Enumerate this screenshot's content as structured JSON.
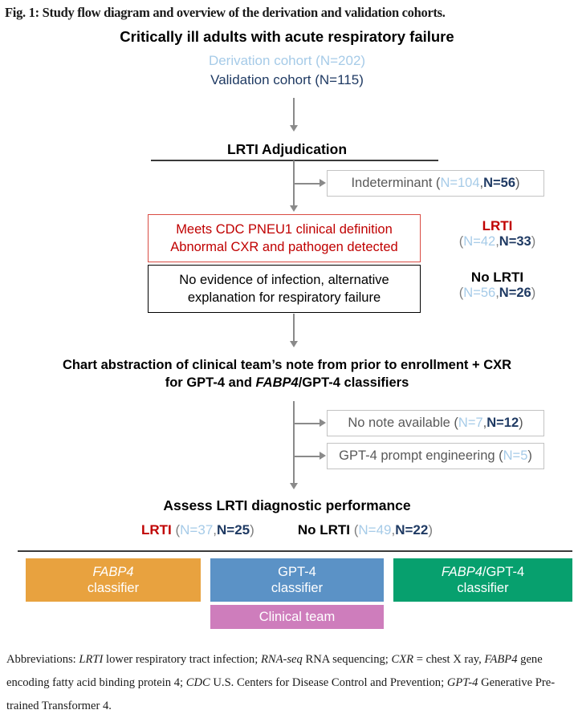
{
  "figure": {
    "caption": "Fig. 1: Study flow diagram and overview of the derivation and validation cohorts."
  },
  "top": {
    "title": "Critically ill adults with acute respiratory failure",
    "derivation_cohort": "Derivation cohort (N=202)",
    "validation_cohort": "Validation cohort (N=115)"
  },
  "adjudication": {
    "title": "LRTI Adjudication",
    "indeterminant": {
      "label": "Indeterminant (",
      "n_derivation": "N=104",
      "comma": ",",
      "n_validation": "N=56",
      "close": ")"
    },
    "meets_cdc_box": {
      "line1": "Meets CDC PNEU1 clinical definition",
      "line2": "Abnormal CXR and pathogen detected"
    },
    "no_evidence_box": {
      "line1": "No evidence of infection, alternative",
      "line2": "explanation for respiratory failure"
    },
    "lrti_label": {
      "title": "LRTI",
      "open": "(",
      "n_derivation": "N=42",
      "comma": ",",
      "n_validation": "N=33",
      "close": ")"
    },
    "no_lrti_label": {
      "title": "No LRTI",
      "open": "(",
      "n_derivation": "N=56",
      "comma": ",",
      "n_validation": "N=26",
      "close": ")"
    }
  },
  "chart_abstraction": {
    "line1_a": "Chart abstraction of clinical team’s note from prior to enrollment + CXR",
    "line2_a": "for GPT-4 and ",
    "line2_em": "FABP4",
    "line2_b": "/GPT-4 classifiers",
    "no_note": {
      "label": "No note available (",
      "n_derivation": "N=7",
      "comma": ",",
      "n_validation": "N=12",
      "close": ")"
    },
    "prompt_engineering": {
      "label": "GPT-4 prompt engineering (",
      "n_derivation": "N=5",
      "close": ")"
    }
  },
  "assess": {
    "title": "Assess LRTI diagnostic performance",
    "lrti": {
      "title": "LRTI",
      "open": " (",
      "n_derivation": "N=37",
      "comma": ",",
      "n_validation": "N=25",
      "close": ")"
    },
    "no_lrti": {
      "title": "No LRTI",
      "open": " (",
      "n_derivation": "N=49",
      "comma": ",",
      "n_validation": "N=22",
      "close": ")"
    }
  },
  "classifiers": [
    {
      "name_em": "FABP4",
      "name_rest": "",
      "sub": "classifier",
      "color": "#e8a23f"
    },
    {
      "name_em": "",
      "name_rest": "GPT-4",
      "sub": "classifier",
      "color": "#5b92c6"
    },
    {
      "name_em": "FABP4",
      "name_rest": "/GPT-4",
      "sub": "classifier",
      "color": "#07a06e"
    }
  ],
  "clinical_team": {
    "label": "Clinical team",
    "color": "#ce7dbc"
  },
  "abbreviations": {
    "lead": "Abbreviations: ",
    "t1": "LRTI",
    "s1": " lower respiratory tract infection; ",
    "t2": "RNA-seq",
    "s2": " RNA sequencing; ",
    "t3": "CXR",
    "s3": " = chest X ray, ",
    "t4": "FABP4",
    "s4": " gene encoding fatty acid binding protein 4; ",
    "t5": "CDC",
    "s5": " U.S. Centers for Disease Control and Prevention; ",
    "t6": "GPT-4",
    "s6": " Generative Pre-trained Transformer 4."
  },
  "colors": {
    "derivation": "#a6cbe8",
    "validation": "#1f3a63",
    "lrti_red": "#c00000",
    "paren_gray": "#7f7f7f",
    "connector_gray": "#8a8a8a",
    "rule_dark": "#3a3a3a"
  }
}
